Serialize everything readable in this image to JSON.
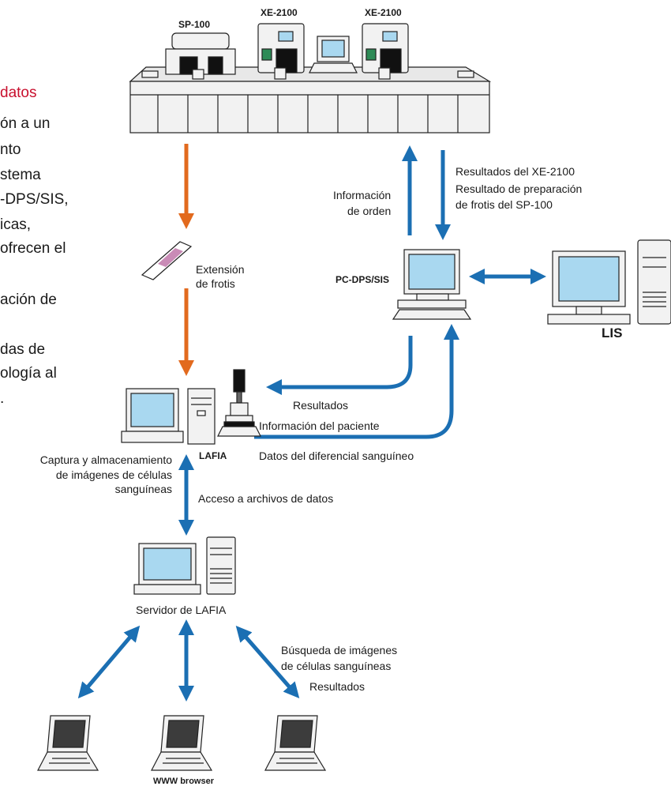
{
  "sidebar": {
    "heading": "datos",
    "lines": [
      "ón a un",
      "nto",
      "stema",
      "-DPS/SIS,",
      "icas,",
      "ofrecen el",
      "",
      "ación de",
      "",
      "das de",
      "ología al",
      "."
    ]
  },
  "instruments": {
    "sp100": "SP-100",
    "xe2100_a": "XE-2100",
    "xe2100_b": "XE-2100"
  },
  "labels": {
    "order_info": [
      "Información",
      "de orden"
    ],
    "xe_results": [
      "Resultados del XE-2100",
      "Resultado de preparación",
      "de frotis del SP-100"
    ],
    "smear": [
      "Extensión",
      "de frotis"
    ],
    "pc_dps": "PC-DPS/SIS",
    "lis": "LIS",
    "results": "Resultados",
    "patient_info": "Información del paciente",
    "lafia": "LAFIA",
    "differential": "Datos del diferencial sanguíneo",
    "capture": [
      "Captura y almacenamiento",
      "de imágenes de células",
      "sanguíneas"
    ],
    "file_access": "Acceso a archivos de datos",
    "server": "Servidor de LAFIA",
    "search": [
      "Búsqueda de imágenes",
      "de células sanguíneas"
    ],
    "search_results": "Resultados",
    "browser": "WWW browser"
  },
  "colors": {
    "orange_arrow": "#E26A1E",
    "blue_arrow": "#1B6FB3",
    "heading_red": "#C8102E",
    "screen_blue": "#A9D8F0",
    "device_fill": "#F2F2F2",
    "outline": "#222222"
  }
}
